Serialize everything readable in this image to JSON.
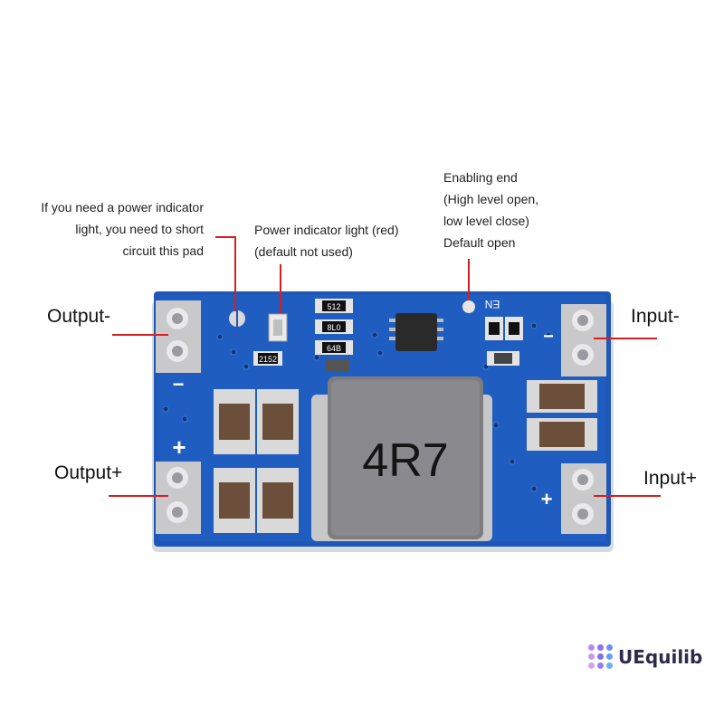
{
  "callouts": {
    "indicator_pad": [
      "If you need a power indicator",
      "light, you need to short",
      "circuit this pad"
    ],
    "indicator_light": [
      "Power indicator light (red)",
      "(default not used)"
    ],
    "enable_end": [
      "Enabling end",
      "(High level open,",
      "low level close)",
      "Default open"
    ]
  },
  "terminals": {
    "output_minus": "Output-",
    "output_plus": "Output+",
    "input_minus": "Input-",
    "input_plus": "Input+"
  },
  "board_marks": {
    "inductor": "4R7",
    "en": "EN",
    "r1": "512",
    "r2": "8L0",
    "r3": "64B",
    "r4": "2152",
    "plus_left": "+",
    "minus_left": "−",
    "plus_right": "+",
    "minus_right": "−"
  },
  "brand": {
    "name": "UEquilib",
    "logo_icon": "dot-grid-logo",
    "colors": [
      "#b48cf0",
      "#8e6ff2",
      "#6f8cf5",
      "#c79ae8",
      "#7f6ef0",
      "#5fa0f2",
      "#d0a5ef",
      "#9b7bef",
      "#6ab0f4"
    ]
  },
  "colors": {
    "pcb": "#1f57b8",
    "pcb_dark": "#16449a",
    "callout_line": "#d81e1e",
    "pad": "#c9c9cc",
    "inductor": "#7d7d80"
  }
}
